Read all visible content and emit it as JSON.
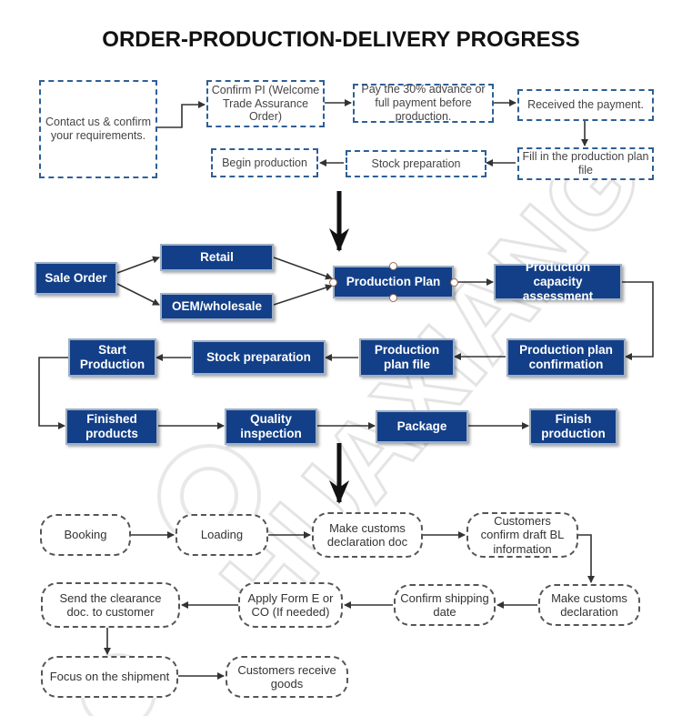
{
  "title": "ORDER-PRODUCTION-DELIVERY PROGRESS",
  "stage1": {
    "contact": "Contact us & confirm your requirements.",
    "confirm_pi": "Confirm PI (Welcome Trade Assurance Order)",
    "pay": "Pay the 30% advance or full payment before production.",
    "received": "Received the payment.",
    "fill_plan": "Fill in the production plan file",
    "stock_prep": "Stock preparation",
    "begin": "Begin production"
  },
  "stage2": {
    "sale_order": "Sale Order",
    "retail": "Retail",
    "oem": "OEM/wholesale",
    "production_plan": "Production Plan",
    "capacity": "Production capacity assessment",
    "plan_confirm": "Production plan confirmation",
    "plan_file": "Production plan file",
    "stock_prep": "Stock preparation",
    "start": "Start Production",
    "finished": "Finished products",
    "quality": "Quality inspection",
    "package": "Package",
    "finish": "Finish production"
  },
  "stage3": {
    "booking": "Booking",
    "loading": "Loading",
    "make_doc": "Make customs declaration doc",
    "confirm_bl": "Customers confirm draft BL information",
    "make_decl": "Make customs declaration",
    "confirm_ship": "Confirm shipping date",
    "apply_form": "Apply Form E or CO (If needed)",
    "send_doc": "Send the clearance doc. to customer",
    "focus": "Focus on the shipment",
    "receive": "Customers receive goods"
  },
  "colors": {
    "dark_blue": "#123f88",
    "dashed_blue": "#2e5f96",
    "arrow": "#333333"
  },
  "watermark": "HUAXIANG"
}
